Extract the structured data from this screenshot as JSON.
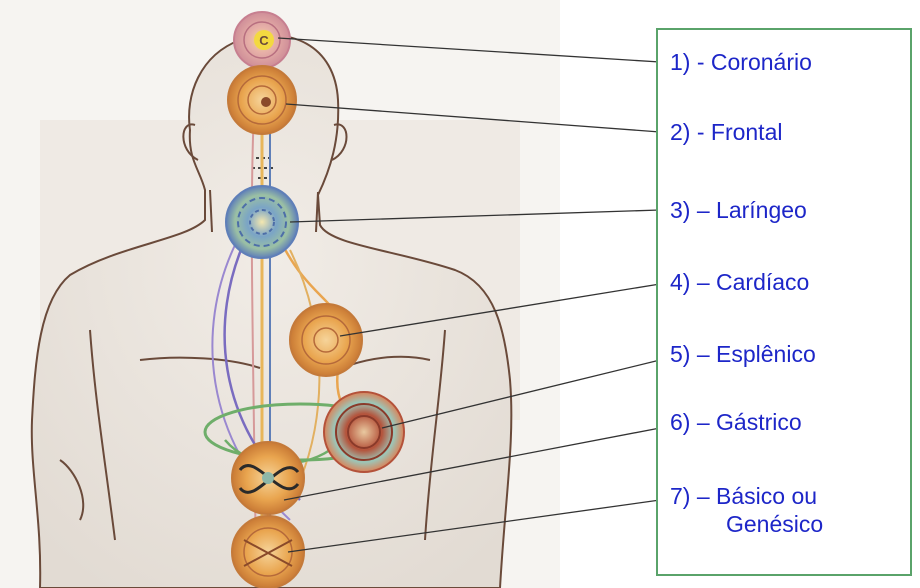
{
  "diagram": {
    "colors": {
      "legend_text": "#1d26c8",
      "legend_border": "#5aa36a",
      "chakra_orange": "#e9a54f",
      "chakra_pink": "#d89aa0",
      "chakra_teal": "#8fb8a8",
      "chakra_red": "#b4523a",
      "yellow_core": "#f3d940",
      "blue_band": "#5f7fb8",
      "body_outline": "#6a4a3a",
      "leader_line": "#333333"
    },
    "legend": [
      {
        "label": "1) - Coronário"
      },
      {
        "label": "2) -  Frontal"
      },
      {
        "label": "3) – Laríngeo"
      },
      {
        "label": "4) – Cardíaco"
      },
      {
        "label": "5) – Esplênico"
      },
      {
        "label": "6) – Gástrico"
      },
      {
        "label": "7) – Básico ou",
        "label_line2": "Genésico"
      }
    ]
  }
}
